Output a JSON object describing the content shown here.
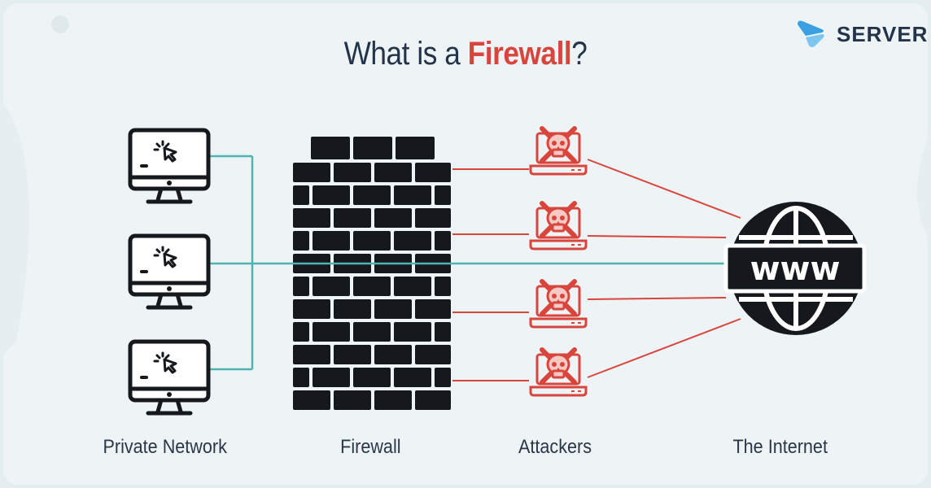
{
  "title": {
    "prefix": "What is a ",
    "highlight": "Firewall",
    "suffix": "?"
  },
  "logo": {
    "text": "SERVER",
    "icon": "server-logo-icon"
  },
  "labels": {
    "private_network": "Private Network",
    "firewall": "Firewall",
    "attackers": "Attackers",
    "internet": "The Internet"
  },
  "internet_icon_text": "www",
  "colors": {
    "background": "#eef4f6",
    "title": "#22334a",
    "accent": "#d8453c",
    "safe_line": "#4fb3b0",
    "attack_line": "#d8453c",
    "attacker_icon": "#d8453c",
    "logo": "#3aa0e0"
  },
  "nodes": {
    "computers": [
      "computer-icon",
      "computer-icon",
      "computer-icon"
    ],
    "attackers": [
      "skull-laptop-icon",
      "skull-laptop-icon",
      "skull-laptop-icon",
      "skull-laptop-icon"
    ],
    "firewall": "brick-wall-icon",
    "internet": "globe-www-icon"
  }
}
